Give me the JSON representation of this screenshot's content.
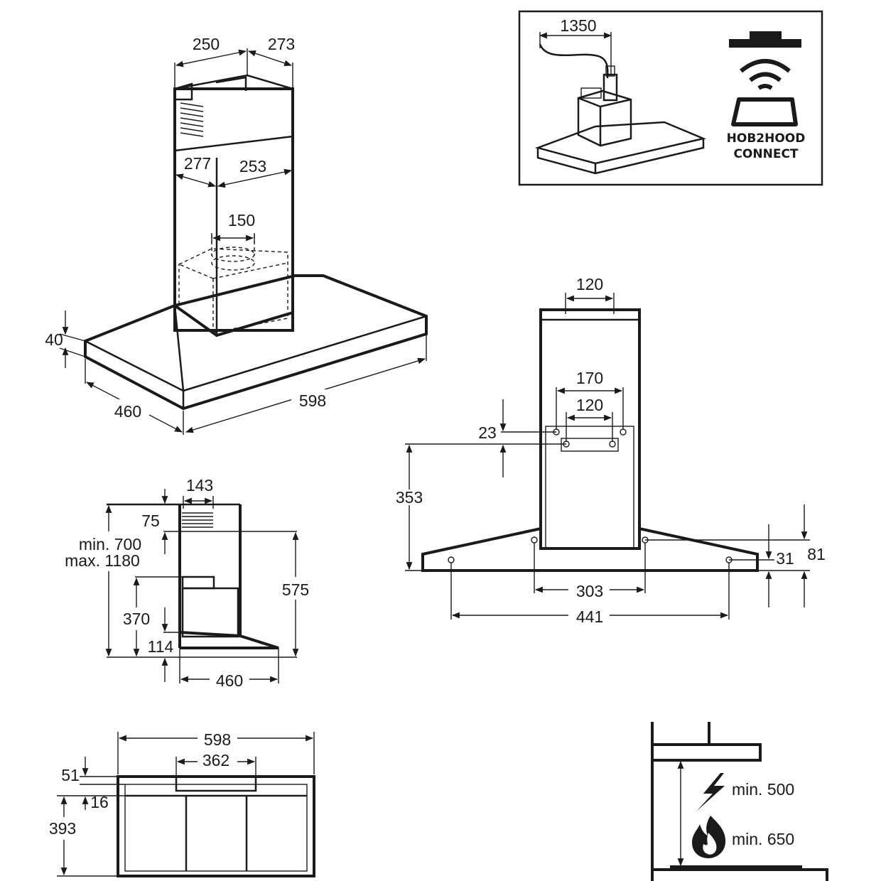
{
  "hood_iso": {
    "top_left": "250",
    "top_right": "273",
    "mid_left": "277",
    "mid_right": "253",
    "duct": "150",
    "height": "40",
    "depth": "460",
    "width": "598"
  },
  "feature_box": {
    "cable": "1350",
    "badge_line1": "HOB2HOOD",
    "badge_line2": "CONNECT",
    "icons": [
      "cable-plug-icon",
      "wifi-signal-icon",
      "hob-icon"
    ]
  },
  "front_view": {
    "top_holes": "120",
    "bracket_outer": "170",
    "bracket_inner": "120",
    "offset": "23",
    "height": "353",
    "holes_inner": "303",
    "holes_outer": "441",
    "edge_small": "31",
    "edge_large": "81"
  },
  "side_view": {
    "chimney": "143",
    "top_gap": "75",
    "install_min": "min. 700",
    "install_max": "max. 1180",
    "overall": "575",
    "mid": "370",
    "canopy": "114",
    "depth": "460"
  },
  "bottom_view": {
    "width": "598",
    "inner": "362",
    "top_offset": "51",
    "strip": "16",
    "depth": "393"
  },
  "clearance": {
    "electric": "min. 500",
    "gas": "min. 650",
    "icons": [
      "lightning-icon",
      "flame-icon"
    ]
  }
}
